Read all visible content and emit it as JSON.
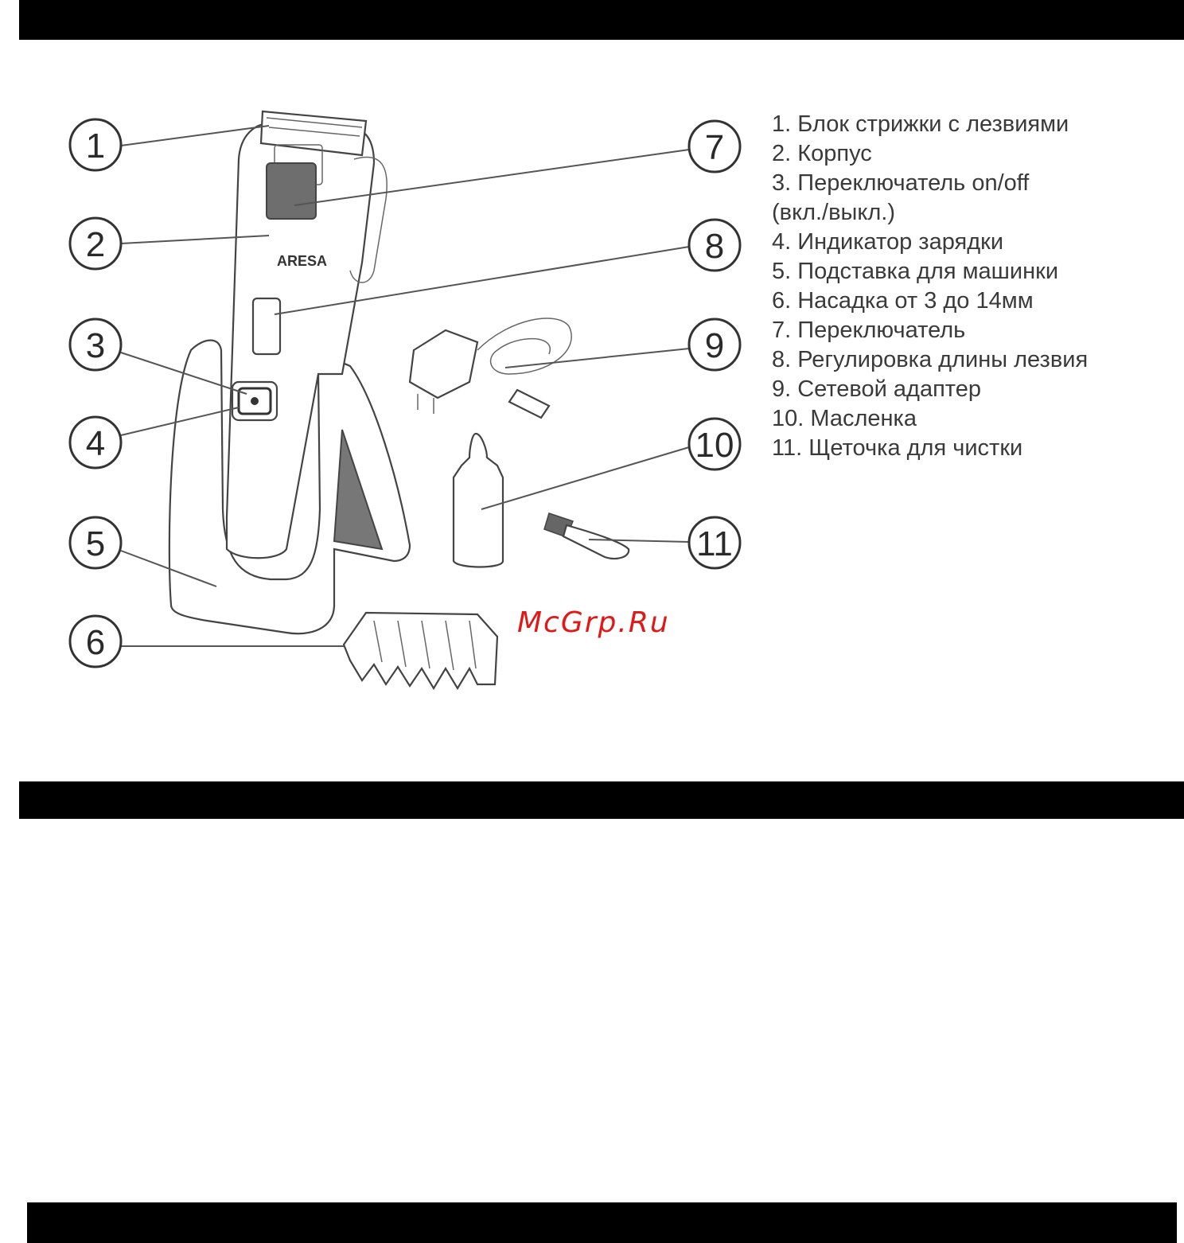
{
  "callouts": [
    "1",
    "2",
    "3",
    "4",
    "5",
    "6",
    "7",
    "8",
    "9",
    "10",
    "11"
  ],
  "brand": "ARESA",
  "legend": [
    "1. Блок стрижки с лезвиями",
    "2. Корпус",
    "3. Переключатель on/off",
    "(вкл./выкл.)",
    "4. Индикатор зарядки",
    "5. Подставка для машинки",
    "6. Насадка от 3 до 14мм",
    "7. Переключатель",
    "8. Регулировка длины лезвия",
    "9. Сетевой адаптер",
    "10. Масленка",
    "11. Щеточка для чистки"
  ],
  "watermark": "McGrp.Ru",
  "colors": {
    "bars": "#000000",
    "watermark": "#e01818",
    "line_art": "#444444"
  }
}
